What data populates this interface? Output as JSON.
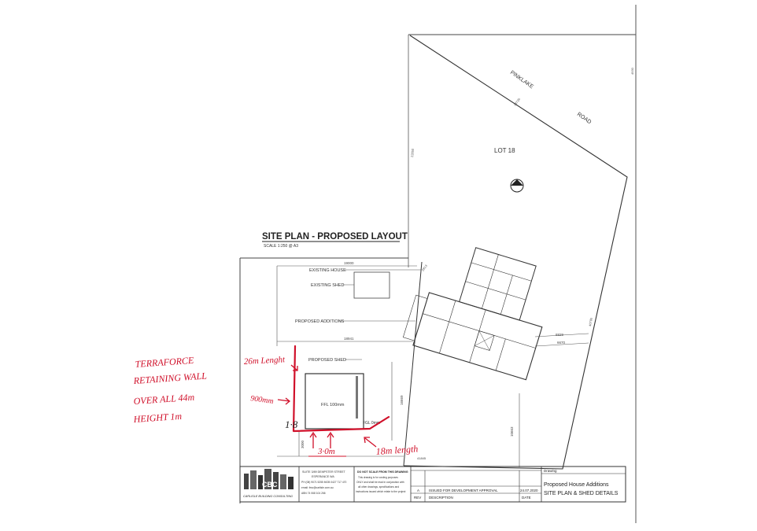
{
  "plan": {
    "road_name_a": "PINKLAKE",
    "road_name_b": "ROAD",
    "lot": "LOT 18",
    "north": "NORTH",
    "title": "SITE PLAN - PROPOSED LAYOUT",
    "scale": "SCALE 1:250 @ A3",
    "existing_house": "EXISTING HOUSE",
    "existing_shed": "EXISTING SHED",
    "proposed_additions": "PROPOSED ADDITIONS",
    "proposed_shed": "PROPOSED SHED",
    "ffl": "FFL 100mm",
    "fgl": "FGL 0mm",
    "dim_19000": "19000",
    "dim_18941": "18941",
    "dim_8829": "8829",
    "dim_6670": "6670",
    "dim_16669": "16669",
    "dim_10663": "10663",
    "dim_3000": "3000",
    "dim_41845": "41845",
    "dim_2813": "2813",
    "dim_38720": "38720",
    "dim_22850": "22850",
    "dim_4930": "4930",
    "dim_40795": "40795"
  },
  "annotations": {
    "note_line1": "TERRAFORCE",
    "note_line2": "RETAINING WALL",
    "note_line3": "OVER ALL 44m",
    "note_line4": "HEIGHT 1m",
    "len_26m": "26m Lenght",
    "dim_900": "900mm",
    "dim_18": "1·8",
    "dim_30": "3·0m",
    "len_18m": "18m length"
  },
  "title_block": {
    "company_address_1": "SUITE 3/89 DEMPSTER STREET",
    "company_address_2": "ESPERANCE WA",
    "company_phone": "PH (08) 9071 5255  MOB 0427 717 470",
    "company_email": "email: fmo@carlisle.com.au",
    "company_abn": "ABN 74 068 104 266",
    "company_name": "CARLISLE BUILDING CONSULTING",
    "warning_title": "DO NOT SCALE FROM THIS DRAWING",
    "warning_1": "This drawing is for costing purposes",
    "warning_2": "ONLY and shall be read in conjunction with",
    "warning_3": "all other drawings, specifications and",
    "warning_4": "instructions issued which relate to the project",
    "rev_letter": "A",
    "rev_description": "ISSUED FOR DEVELOPMENT APPROVAL",
    "rev_date": "24.07.2020",
    "rev_header": "REV",
    "desc_header": "DESCRIPTION",
    "date_header": "DATE",
    "drawing_label": "Drawing",
    "drawing_title_1": "Proposed House Additions",
    "drawing_title_2": "SITE PLAN & SHED DETAILS"
  },
  "colors": {
    "line": "#333333",
    "ink_red": "#d0102a"
  }
}
